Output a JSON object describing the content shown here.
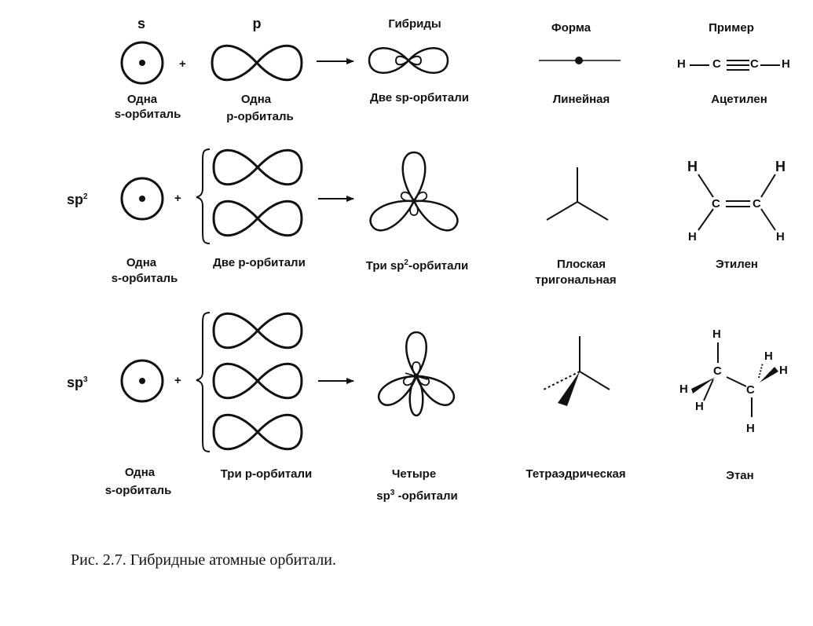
{
  "header": {
    "s": "s",
    "p": "p",
    "hybrids": "Гибриды",
    "shape": "Форма",
    "example": "Пример"
  },
  "row1": {
    "s_label_1": "Одна",
    "s_label_2": "s-орбиталь",
    "p_label_1": "Одна",
    "p_label_2": "р-орбиталь",
    "hybrid_label": "Две sp-орбитали",
    "shape_label": "Линейная",
    "molecule_label": "Ацетилен",
    "atoms": {
      "h_left": "H",
      "c_left": "C",
      "c_right": "C",
      "h_right": "H"
    }
  },
  "row2": {
    "hybrid_type": "sp",
    "hybrid_sup": "2",
    "s_label_1": "Одна",
    "s_label_2": "s-орбиталь",
    "p_label": "Две р-орбитали",
    "hybrid_label_pre": "Три sp",
    "hybrid_label_sup": "2",
    "hybrid_label_post": "-орбитали",
    "shape_label_1": "Плоская",
    "shape_label_2": "тригональная",
    "molecule_label": "Этилен",
    "atoms": {
      "h_tl": "H",
      "h_tr": "H",
      "c_left": "C",
      "c_right": "C",
      "h_bl": "H",
      "h_br": "H"
    }
  },
  "row3": {
    "hybrid_type": "sp",
    "hybrid_sup": "3",
    "s_label_1": "Одна",
    "s_label_2": "s-орбиталь",
    "p_label": "Три р-орбитали",
    "hybrid_label_1": "Четыре",
    "hybrid_label_2_pre": "sp",
    "hybrid_label_2_sup": "3",
    "hybrid_label_2_post": " -орбитали",
    "shape_label": "Тетраэдрическая",
    "molecule_label": "Этан",
    "atoms": {
      "h_top": "H",
      "c_left": "C",
      "h_left": "H",
      "h_lower_left": "H",
      "c_right": "C",
      "h_right_top": "H",
      "h_right": "H",
      "h_bottom": "H"
    }
  },
  "plus": "+",
  "caption": "Рис. 2.7. Гибридные атомные орбитали."
}
